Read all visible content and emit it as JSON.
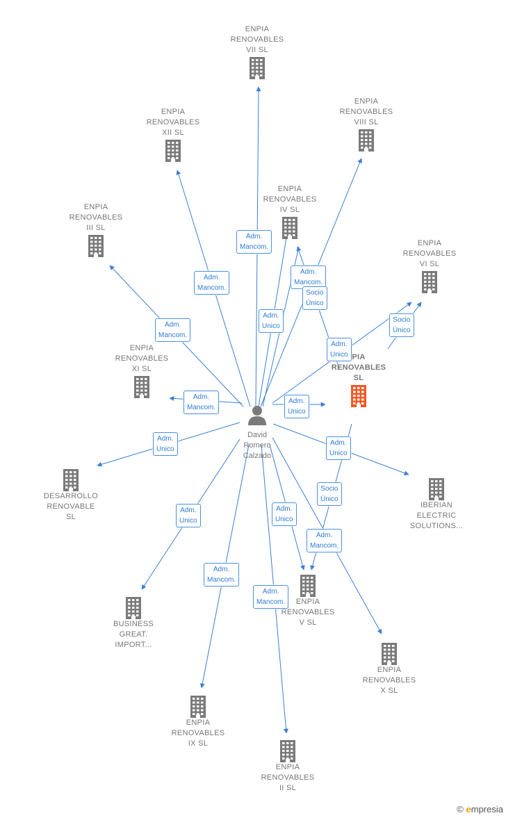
{
  "person": {
    "name": "David\nRomero\nCalzado"
  },
  "companies": [
    {
      "id": "vii",
      "label": "ENPIA\nRENOVABLES\nVII SL"
    },
    {
      "id": "xii",
      "label": "ENPIA\nRENOVABLES\nXII SL"
    },
    {
      "id": "viii",
      "label": "ENPIA\nRENOVABLES\nVIII SL"
    },
    {
      "id": "iv",
      "label": "ENPIA\nRENOVABLES\nIV SL"
    },
    {
      "id": "iii",
      "label": "ENPIA\nRENOVABLES\nIII SL"
    },
    {
      "id": "vi",
      "label": "ENPIA\nRENOVABLES\nVI SL"
    },
    {
      "id": "xi",
      "label": "ENPIA\nRENOVABLES\nXI SL"
    },
    {
      "id": "main",
      "label": "PIA\nRENOVABLES\nSL"
    },
    {
      "id": "desarrollo",
      "label": "DESARROLLO\nRENOVABLE\nSL"
    },
    {
      "id": "iberian",
      "label": "IBERIAN\nELECTRIC\nSOLUTIONS..."
    },
    {
      "id": "business",
      "label": "BUSINESS\nGREAT.\nIMPORT..."
    },
    {
      "id": "v",
      "label": "ENPIA\nRENOVABLES\nV SL"
    },
    {
      "id": "x",
      "label": "ENPIA\nRENOVABLES\nX SL"
    },
    {
      "id": "ix",
      "label": "ENPIA\nRENOVABLES\nIX SL"
    },
    {
      "id": "ii",
      "label": "ENPIA\nRENOVABLES\nII SL"
    }
  ],
  "relations": [
    {
      "id": "r1",
      "label": "Adm.\nMancom."
    },
    {
      "id": "r2",
      "label": "Adm.\nMancom."
    },
    {
      "id": "r3",
      "label": "Adm.\nMancom."
    },
    {
      "id": "r4",
      "label": "Socio\nÚnico"
    },
    {
      "id": "r5",
      "label": "Adm.\nUnico"
    },
    {
      "id": "r6",
      "label": "Adm.\nMancom."
    },
    {
      "id": "r7",
      "label": "Socio\nÚnico"
    },
    {
      "id": "r8",
      "label": "Adm.\nUnico"
    },
    {
      "id": "r9",
      "label": "Adm.\nMancom."
    },
    {
      "id": "r10",
      "label": "Adm.\nUnico"
    },
    {
      "id": "r11",
      "label": "Adm.\nUnico"
    },
    {
      "id": "r12",
      "label": "Adm.\nUnico"
    },
    {
      "id": "r13",
      "label": "Socio\nÚnico"
    },
    {
      "id": "r14",
      "label": "Adm.\nUnico"
    },
    {
      "id": "r15",
      "label": "Adm.\nUnico"
    },
    {
      "id": "r16",
      "label": "Adm.\nMancom."
    },
    {
      "id": "r17",
      "label": "Adm.\nMancom."
    },
    {
      "id": "r18",
      "label": "Adm.\nMancom."
    }
  ],
  "colors": {
    "edge": "#3a7fd5",
    "building": "#7a7a7a",
    "highlight": "#f05a28"
  },
  "watermark": {
    "copyright": "©",
    "brand_e": "e",
    "brand_rest": "mpresia"
  }
}
